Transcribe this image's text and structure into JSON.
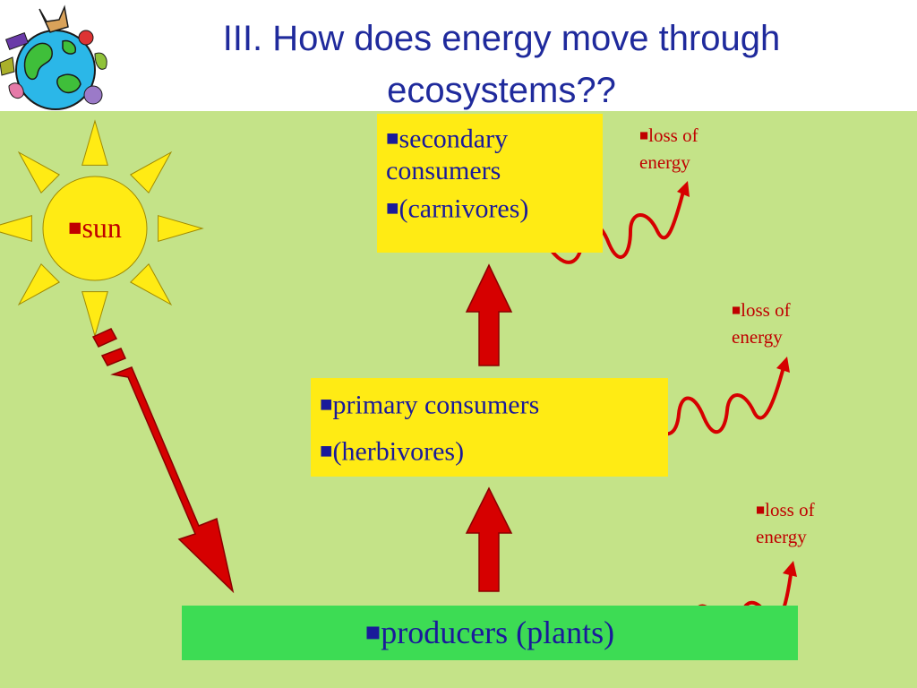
{
  "title": "III.  How does energy move through ecosystems??",
  "bullet": "■",
  "sun_label": "sun",
  "levels": {
    "secondary": {
      "line1": "secondary consumers",
      "line2": "(carnivores)"
    },
    "primary": {
      "line1": "primary consumers",
      "line2": "(herbivores)"
    },
    "producers": {
      "line1": "producers (plants)"
    }
  },
  "loss_labels": [
    "loss of energy",
    "loss of energy",
    "loss of energy"
  ],
  "colors": {
    "background": "#c4e388",
    "title": "#1f2a9c",
    "consumer_box": "#ffeb14",
    "producer_box": "#3ddc54",
    "arrow": "#d60000",
    "sun": "#ffeb14"
  },
  "logo": "earth-with-animals-icon"
}
